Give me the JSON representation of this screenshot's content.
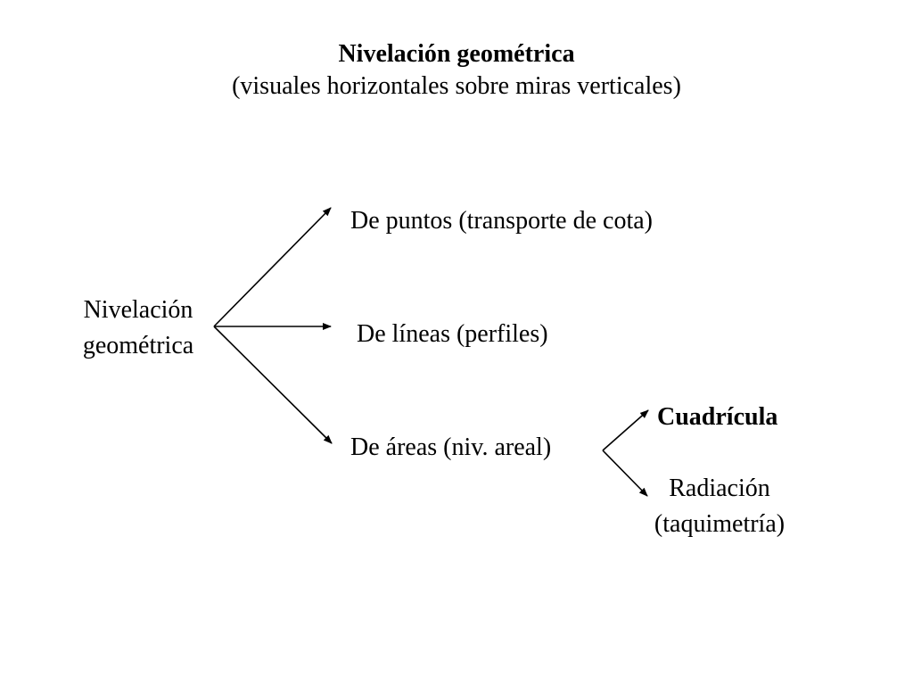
{
  "title": "Nivelación geométrica",
  "subtitle": "(visuales horizontales sobre miras verticales)",
  "root": {
    "line1": "Nivelación",
    "line2": "geométrica"
  },
  "branches": {
    "puntos": "De puntos (transporte de cota)",
    "lineas": "De líneas (perfiles)",
    "areas": "De áreas (niv. areal)"
  },
  "sub_branches": {
    "cuadricula": "Cuadrícula",
    "radiacion_line1": "Radiación",
    "radiacion_line2": "(taquimetría)"
  },
  "colors": {
    "text": "#000000",
    "arrows": "#000000",
    "background": "#ffffff"
  }
}
